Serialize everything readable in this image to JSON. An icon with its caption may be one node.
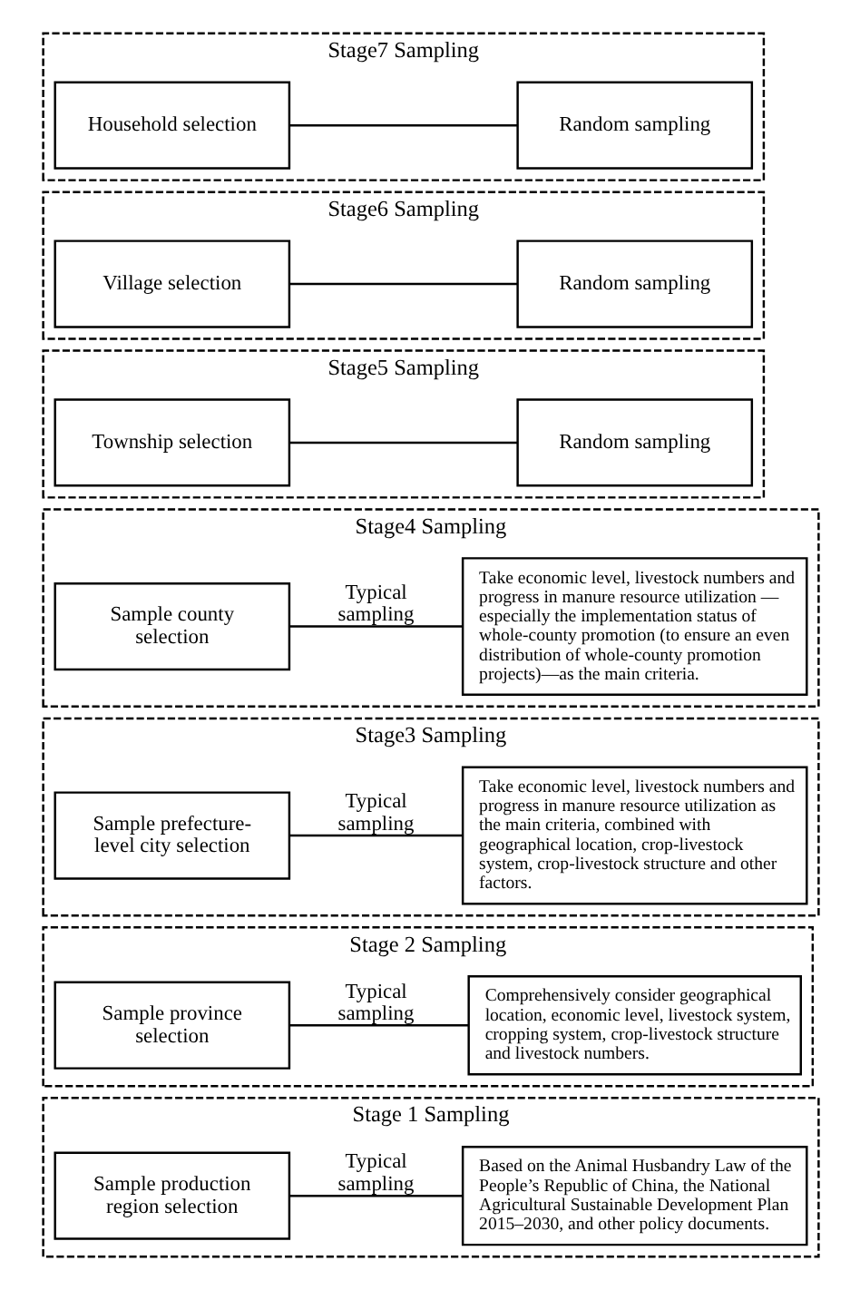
{
  "diagram": {
    "nodes": [
      {
        "text": [
          "Stage 1 Sampling"
        ]
      },
      {
        "text": [
          "Sample production region selection"
        ],
        "in": 0
      },
      {
        "text": [
          "Based on the Animal Husbandry Law of the People’s Republic of China, the National Agricultural Sustainable Development Plan 2015–2030, and other policy documents."
        ],
        "in": 0
      },
      {
        "text": [
          "Stage 2 Sampling"
        ]
      },
      {
        "text": [
          "Sample province selection"
        ],
        "in": 3
      },
      {
        "text": [
          "Comprehensively consider geographical location, economic level, livestock system, cropping system, crop-livestock structure and livestock numbers."
        ],
        "in": 3
      },
      {
        "text": [
          "Stage3 Sampling"
        ]
      },
      {
        "text": [
          "Sample prefecture-level city selection"
        ],
        "in": 6
      },
      {
        "text": [
          "Take economic level, livestock numbers and progress in manure resource utilization as the main criteria, combined with geographical location, crop-livestock system, crop-livestock structure and other factors."
        ],
        "in": 6
      },
      {
        "text": [
          "Stage4 Sampling"
        ]
      },
      {
        "text": [
          "Sample county selection"
        ],
        "in": 9
      },
      {
        "text": [
          "Take economic level, livestock numbers and progress in manure resource utilization — especially the implementation status of whole-county promotion (to ensure an even distribution of whole-county promotion projects)—as the main criteria."
        ],
        "in": 9
      },
      {
        "text": [
          "Stage5 Sampling"
        ]
      },
      {
        "text": [
          "Township selection"
        ],
        "in": 12
      },
      {
        "text": [
          "Random sampling"
        ],
        "in": 12
      },
      {
        "text": [
          "Stage6 Sampling"
        ]
      },
      {
        "text": [
          "Village selection"
        ],
        "in": 15
      },
      {
        "text": [
          "Random sampling"
        ],
        "in": 15
      },
      {
        "text": [
          "Stage7 Sampling"
        ]
      },
      {
        "text": [
          "Household selection"
        ],
        "in": 18
      },
      {
        "text": [
          "Random sampling"
        ],
        "in": 18
      }
    ],
    "edges": [
      {
        "from": 1,
        "to": 2,
        "arrow": "none",
        "label": "Typical sampling"
      },
      {
        "from": 4,
        "to": 5,
        "arrow": "none",
        "label": "Typical sampling"
      },
      {
        "from": 7,
        "to": 8,
        "arrow": "none",
        "label": "Typical sampling"
      },
      {
        "from": 10,
        "to": 11,
        "arrow": "none",
        "label": "Typical sampling"
      },
      {
        "from": 13,
        "to": 14,
        "arrow": "none"
      },
      {
        "from": 16,
        "to": 17,
        "arrow": "none"
      },
      {
        "from": 19,
        "to": 20,
        "arrow": "none"
      }
    ]
  }
}
